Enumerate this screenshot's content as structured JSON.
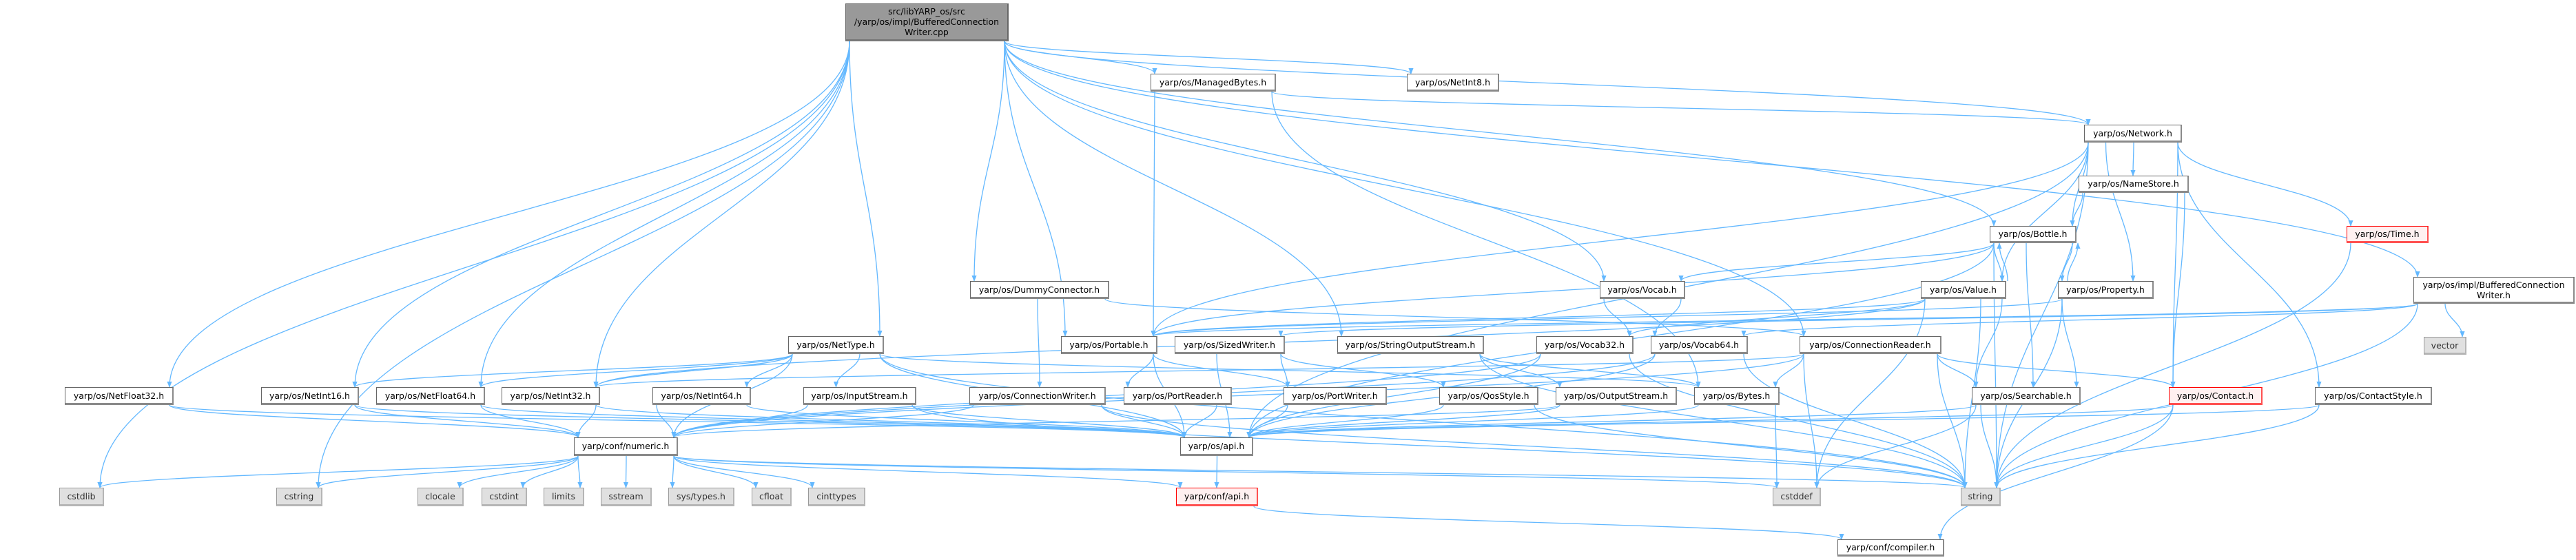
{
  "colors": {
    "edge": "#63b8ff",
    "root_fill": "#999999",
    "system_fill": "#e0e0e0",
    "missing_border": "#ff0000"
  },
  "nodes": [
    {
      "id": "root",
      "label": "src/libYARP_os/src\n/yarp/os/impl/BufferedConnection\nWriter.cpp",
      "kind": "root"
    },
    {
      "id": "managedbytes",
      "label": "yarp/os/ManagedBytes.h",
      "kind": "normal"
    },
    {
      "id": "netint8",
      "label": "yarp/os/NetInt8.h",
      "kind": "normal"
    },
    {
      "id": "network",
      "label": "yarp/os/Network.h",
      "kind": "normal"
    },
    {
      "id": "namestore",
      "label": "yarp/os/NameStore.h",
      "kind": "normal"
    },
    {
      "id": "bottle",
      "label": "yarp/os/Bottle.h",
      "kind": "normal"
    },
    {
      "id": "time",
      "label": "yarp/os/Time.h",
      "kind": "red"
    },
    {
      "id": "value",
      "label": "yarp/os/Value.h",
      "kind": "normal"
    },
    {
      "id": "property",
      "label": "yarp/os/Property.h",
      "kind": "normal"
    },
    {
      "id": "vocab",
      "label": "yarp/os/Vocab.h",
      "kind": "normal"
    },
    {
      "id": "dummy",
      "label": "yarp/os/DummyConnector.h",
      "kind": "normal"
    },
    {
      "id": "bcwh",
      "label": "yarp/os/impl/BufferedConnection\nWriter.h",
      "kind": "normal"
    },
    {
      "id": "vector",
      "label": "vector",
      "kind": "sys"
    },
    {
      "id": "nettype",
      "label": "yarp/os/NetType.h",
      "kind": "normal"
    },
    {
      "id": "portable",
      "label": "yarp/os/Portable.h",
      "kind": "normal"
    },
    {
      "id": "sizedwriter",
      "label": "yarp/os/SizedWriter.h",
      "kind": "normal"
    },
    {
      "id": "sos",
      "label": "yarp/os/StringOutputStream.h",
      "kind": "normal"
    },
    {
      "id": "vocab32",
      "label": "yarp/os/Vocab32.h",
      "kind": "normal"
    },
    {
      "id": "vocab64",
      "label": "yarp/os/Vocab64.h",
      "kind": "normal"
    },
    {
      "id": "connreader",
      "label": "yarp/os/ConnectionReader.h",
      "kind": "normal"
    },
    {
      "id": "netfloat32",
      "label": "yarp/os/NetFloat32.h",
      "kind": "normal"
    },
    {
      "id": "netint16",
      "label": "yarp/os/NetInt16.h",
      "kind": "normal"
    },
    {
      "id": "netfloat64",
      "label": "yarp/os/NetFloat64.h",
      "kind": "normal"
    },
    {
      "id": "netint32",
      "label": "yarp/os/NetInt32.h",
      "kind": "normal"
    },
    {
      "id": "netint64",
      "label": "yarp/os/NetInt64.h",
      "kind": "normal"
    },
    {
      "id": "inputstream",
      "label": "yarp/os/InputStream.h",
      "kind": "normal"
    },
    {
      "id": "connwriter",
      "label": "yarp/os/ConnectionWriter.h",
      "kind": "normal"
    },
    {
      "id": "portreader",
      "label": "yarp/os/PortReader.h",
      "kind": "normal"
    },
    {
      "id": "portwriter",
      "label": "yarp/os/PortWriter.h",
      "kind": "normal"
    },
    {
      "id": "qosstyle",
      "label": "yarp/os/QosStyle.h",
      "kind": "normal"
    },
    {
      "id": "outputstream",
      "label": "yarp/os/OutputStream.h",
      "kind": "normal"
    },
    {
      "id": "bytes",
      "label": "yarp/os/Bytes.h",
      "kind": "normal"
    },
    {
      "id": "searchable",
      "label": "yarp/os/Searchable.h",
      "kind": "normal"
    },
    {
      "id": "contact",
      "label": "yarp/os/Contact.h",
      "kind": "red"
    },
    {
      "id": "contactstyle",
      "label": "yarp/os/ContactStyle.h",
      "kind": "normal"
    },
    {
      "id": "numeric",
      "label": "yarp/conf/numeric.h",
      "kind": "normal"
    },
    {
      "id": "api",
      "label": "yarp/os/api.h",
      "kind": "normal"
    },
    {
      "id": "cstdlib",
      "label": "cstdlib",
      "kind": "sys"
    },
    {
      "id": "cstring",
      "label": "cstring",
      "kind": "sys"
    },
    {
      "id": "clocale",
      "label": "clocale",
      "kind": "sys"
    },
    {
      "id": "cstdint",
      "label": "cstdint",
      "kind": "sys"
    },
    {
      "id": "limits",
      "label": "limits",
      "kind": "sys"
    },
    {
      "id": "sstream",
      "label": "sstream",
      "kind": "sys"
    },
    {
      "id": "systypes",
      "label": "sys/types.h",
      "kind": "sys"
    },
    {
      "id": "cfloat",
      "label": "cfloat",
      "kind": "sys"
    },
    {
      "id": "cinttypes",
      "label": "cinttypes",
      "kind": "sys"
    },
    {
      "id": "confapi",
      "label": "yarp/conf/api.h",
      "kind": "red"
    },
    {
      "id": "cstddef",
      "label": "cstddef",
      "kind": "sys"
    },
    {
      "id": "string",
      "label": "string",
      "kind": "sys"
    },
    {
      "id": "compiler",
      "label": "yarp/conf/compiler.h",
      "kind": "normal"
    }
  ],
  "edges": [
    [
      "root",
      "managedbytes"
    ],
    [
      "root",
      "netint8"
    ],
    [
      "root",
      "network"
    ],
    [
      "root",
      "bcwh"
    ],
    [
      "root",
      "bottle"
    ],
    [
      "root",
      "vocab"
    ],
    [
      "root",
      "dummy"
    ],
    [
      "root",
      "nettype"
    ],
    [
      "root",
      "sos"
    ],
    [
      "root",
      "portable"
    ],
    [
      "root",
      "netfloat32"
    ],
    [
      "root",
      "netint16"
    ],
    [
      "root",
      "netfloat64"
    ],
    [
      "root",
      "netint32"
    ],
    [
      "root",
      "cstdlib"
    ],
    [
      "root",
      "cstring"
    ],
    [
      "root",
      "connreader"
    ],
    [
      "managedbytes",
      "network"
    ],
    [
      "managedbytes",
      "portable"
    ],
    [
      "managedbytes",
      "bytes"
    ],
    [
      "network",
      "namestore"
    ],
    [
      "network",
      "bottle"
    ],
    [
      "network",
      "value"
    ],
    [
      "network",
      "property"
    ],
    [
      "network",
      "contact"
    ],
    [
      "network",
      "contactstyle"
    ],
    [
      "network",
      "time"
    ],
    [
      "network",
      "portable"
    ],
    [
      "network",
      "api"
    ],
    [
      "network",
      "string"
    ],
    [
      "namestore",
      "bottle"
    ],
    [
      "namestore",
      "contact"
    ],
    [
      "bottle",
      "value"
    ],
    [
      "bottle",
      "property"
    ],
    [
      "bottle",
      "portable"
    ],
    [
      "bottle",
      "vocab"
    ],
    [
      "bottle",
      "searchable"
    ],
    [
      "bottle",
      "string"
    ],
    [
      "bottle",
      "api"
    ],
    [
      "value",
      "bottle"
    ],
    [
      "value",
      "searchable"
    ],
    [
      "value",
      "string"
    ],
    [
      "value",
      "cstddef"
    ],
    [
      "value",
      "portable"
    ],
    [
      "value",
      "vocab32"
    ],
    [
      "value",
      "netint32"
    ],
    [
      "property",
      "bottle"
    ],
    [
      "property",
      "searchable"
    ],
    [
      "property",
      "string"
    ],
    [
      "property",
      "portable"
    ],
    [
      "vocab",
      "vocab32"
    ],
    [
      "vocab",
      "vocab64"
    ],
    [
      "vocab32",
      "numeric"
    ],
    [
      "vocab32",
      "api"
    ],
    [
      "vocab32",
      "string"
    ],
    [
      "vocab64",
      "numeric"
    ],
    [
      "vocab64",
      "api"
    ],
    [
      "vocab64",
      "string"
    ],
    [
      "dummy",
      "connwriter"
    ],
    [
      "dummy",
      "connreader"
    ],
    [
      "nettype",
      "numeric"
    ],
    [
      "nettype",
      "netint16"
    ],
    [
      "nettype",
      "netint32"
    ],
    [
      "nettype",
      "netfloat64"
    ],
    [
      "nettype",
      "netint64"
    ],
    [
      "nettype",
      "inputstream"
    ],
    [
      "nettype",
      "bytes"
    ],
    [
      "nettype",
      "string"
    ],
    [
      "nettype",
      "api"
    ],
    [
      "portable",
      "portreader"
    ],
    [
      "portable",
      "portwriter"
    ],
    [
      "portable",
      "api"
    ],
    [
      "sizedwriter",
      "portwriter"
    ],
    [
      "sizedwriter",
      "api"
    ],
    [
      "sizedwriter",
      "qosstyle"
    ],
    [
      "sos",
      "outputstream"
    ],
    [
      "sos",
      "bytes"
    ],
    [
      "sos",
      "string"
    ],
    [
      "connreader",
      "searchable"
    ],
    [
      "connreader",
      "contact"
    ],
    [
      "connreader",
      "string"
    ],
    [
      "connreader",
      "cstddef"
    ],
    [
      "connreader",
      "numeric"
    ],
    [
      "connreader",
      "bytes"
    ],
    [
      "connreader",
      "netint32"
    ],
    [
      "connwriter",
      "api"
    ],
    [
      "connwriter",
      "numeric"
    ],
    [
      "connwriter",
      "string"
    ],
    [
      "portreader",
      "api"
    ],
    [
      "portwriter",
      "api"
    ],
    [
      "qosstyle",
      "api"
    ],
    [
      "qosstyle",
      "string"
    ],
    [
      "outputstream",
      "api"
    ],
    [
      "outputstream",
      "numeric"
    ],
    [
      "bytes",
      "cstddef"
    ],
    [
      "bytes",
      "api"
    ],
    [
      "searchable",
      "string"
    ],
    [
      "searchable",
      "cstddef"
    ],
    [
      "searchable",
      "api"
    ],
    [
      "contact",
      "string"
    ],
    [
      "contact",
      "compiler"
    ],
    [
      "contact",
      "api"
    ],
    [
      "contactstyle",
      "string"
    ],
    [
      "contactstyle",
      "api"
    ],
    [
      "time",
      "string"
    ],
    [
      "bcwh",
      "vector"
    ],
    [
      "bcwh",
      "string"
    ],
    [
      "bcwh",
      "sizedwriter"
    ],
    [
      "bcwh",
      "vocab64"
    ],
    [
      "bcwh",
      "portable"
    ],
    [
      "netfloat32",
      "numeric"
    ],
    [
      "netfloat32",
      "api"
    ],
    [
      "netint16",
      "numeric"
    ],
    [
      "netint16",
      "api"
    ],
    [
      "netfloat64",
      "numeric"
    ],
    [
      "netfloat64",
      "api"
    ],
    [
      "netint32",
      "numeric"
    ],
    [
      "netint32",
      "api"
    ],
    [
      "netint64",
      "numeric"
    ],
    [
      "netint64",
      "api"
    ],
    [
      "inputstream",
      "numeric"
    ],
    [
      "inputstream",
      "api"
    ],
    [
      "inputstream",
      "string"
    ],
    [
      "numeric",
      "confapi"
    ],
    [
      "numeric",
      "cstdlib"
    ],
    [
      "numeric",
      "cstring"
    ],
    [
      "numeric",
      "clocale"
    ],
    [
      "numeric",
      "cstdint"
    ],
    [
      "numeric",
      "limits"
    ],
    [
      "numeric",
      "sstream"
    ],
    [
      "numeric",
      "systypes"
    ],
    [
      "numeric",
      "cfloat"
    ],
    [
      "numeric",
      "cinttypes"
    ],
    [
      "numeric",
      "cstddef"
    ],
    [
      "numeric",
      "string"
    ],
    [
      "api",
      "confapi"
    ],
    [
      "confapi",
      "compiler"
    ]
  ]
}
